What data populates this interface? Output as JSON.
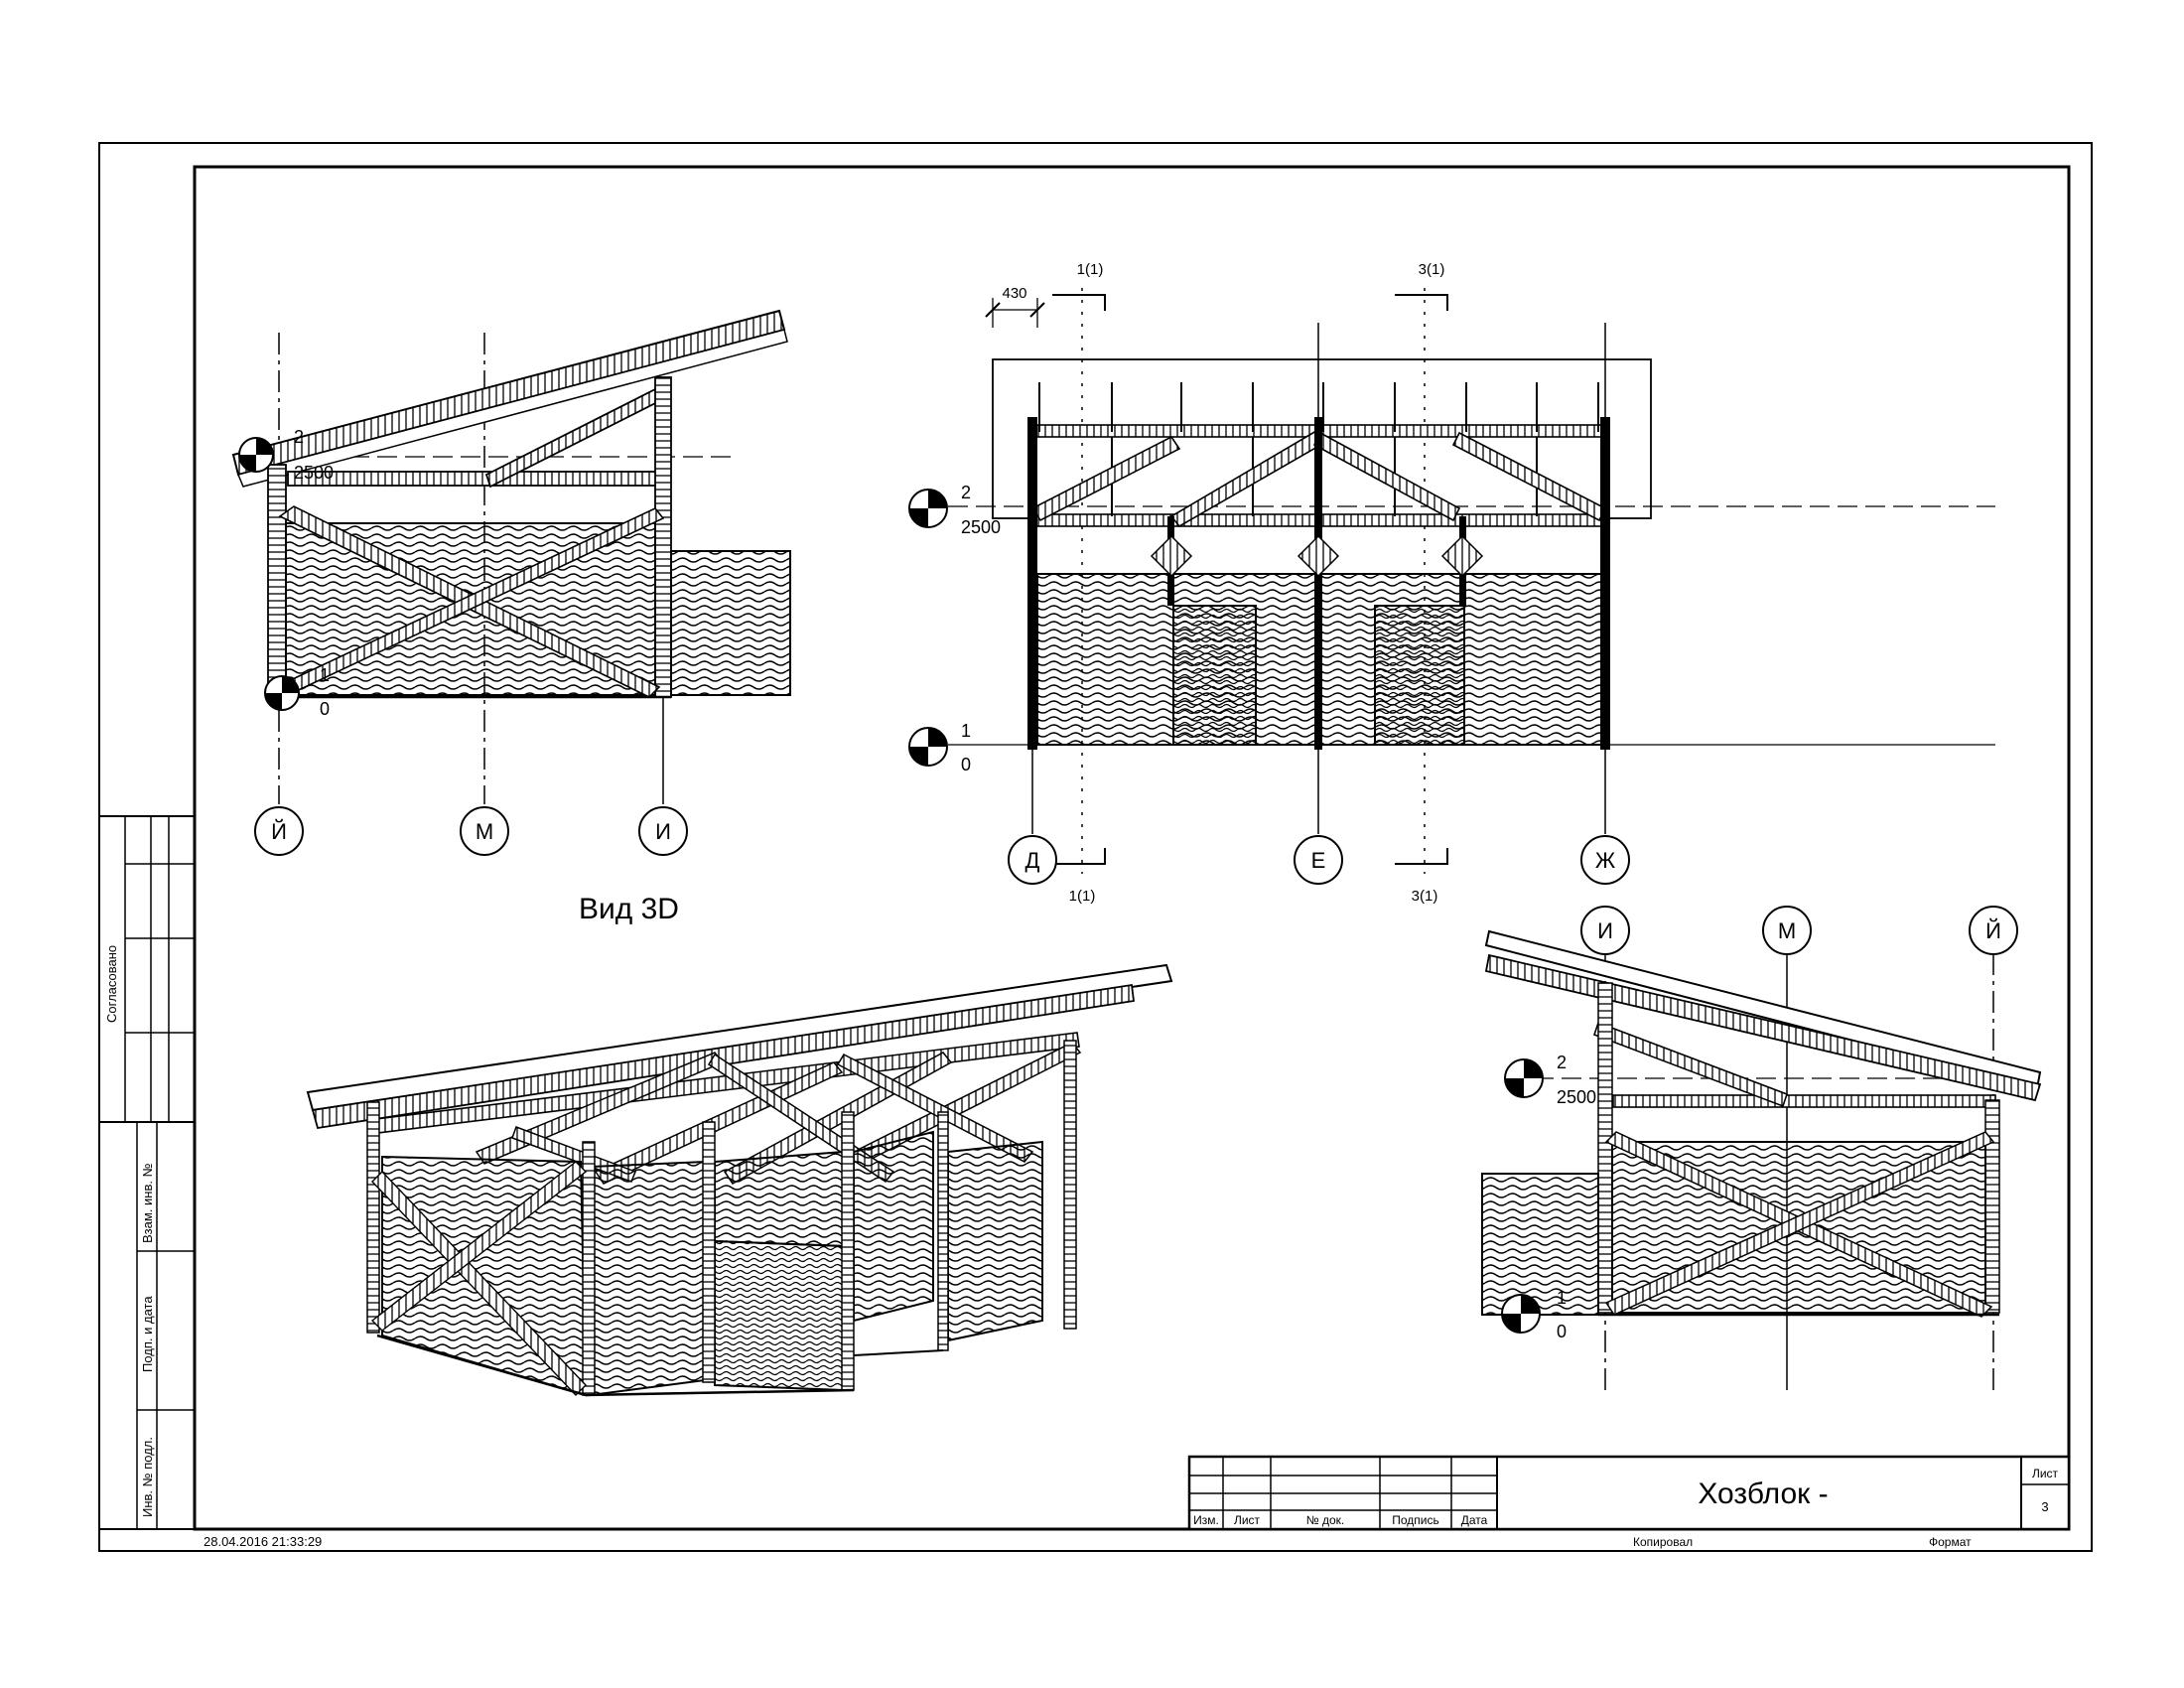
{
  "title_block": {
    "sheet_title": "Хозблок -",
    "col_izm": "Изм.",
    "col_list": "Лист",
    "col_doc": "№ док.",
    "col_sign": "Подпись",
    "col_date": "Дата",
    "sheet_label": "Лист",
    "sheet_number": "3",
    "copied_label": "Копировал",
    "format_label": "Формат"
  },
  "side_stamp": {
    "agreed": "Согласовано",
    "replaced_inv": "Взам. инв. №",
    "sign_date": "Подп. и дата",
    "orig_inv": "Инв. № подл."
  },
  "timestamp": "28.04.2016 21:33:29",
  "view_3d_label": "Вид 3D",
  "levels": {
    "level_2": "2",
    "level_2_elev": "2500",
    "level_1": "1",
    "level_1_elev": "0"
  },
  "grid_axes": {
    "left_view": [
      "Й",
      "М",
      "И"
    ],
    "front_view": [
      "Д",
      "Е",
      "Ж"
    ],
    "right_view": [
      "И",
      "М",
      "Й"
    ]
  },
  "dimensions": {
    "spacing": "430",
    "section_1": "1(1)",
    "section_3": "3(1)"
  }
}
